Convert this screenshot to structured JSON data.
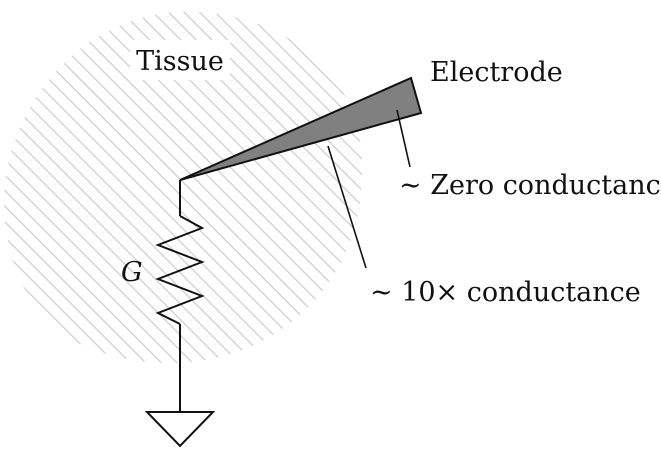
{
  "diagram": {
    "labels": {
      "tissue": "Tissue",
      "electrode": "Electrode",
      "zero_conductance": "∼ Zero conductance",
      "ten_x_conductance": "∼ 10× conductance",
      "resistor": "G"
    },
    "colors": {
      "hatch": "#c8c8c8",
      "electrode_fill": "#808080",
      "stroke": "#111111"
    }
  }
}
